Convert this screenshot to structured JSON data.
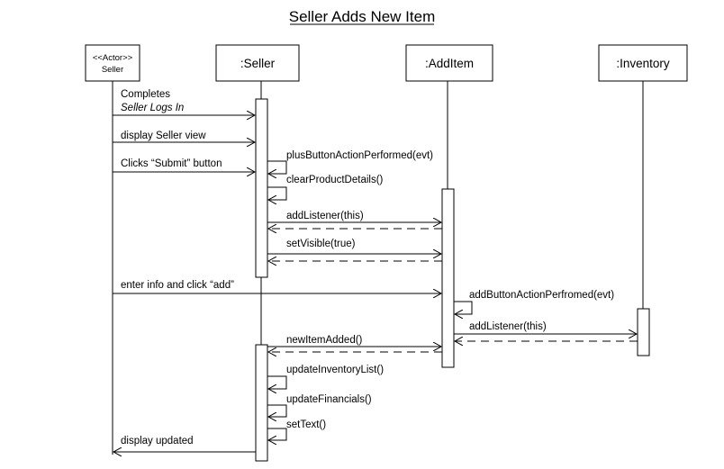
{
  "diagram": {
    "title": "Seller Adds New Item",
    "participants": {
      "actor_stereotype": "<<Actor>>",
      "actor_name": "Seller",
      "seller": ":Seller",
      "additem": ":AddItem",
      "inventory": ":Inventory"
    },
    "messages": {
      "completes": "Completes",
      "seller_logs_in": "Seller Logs In",
      "display_seller_view": "display Seller view",
      "clicks_submit": "Clicks “Submit” button",
      "plus_button": "plusButtonActionPerformed(evt)",
      "clear_product": "clearProductDetails()",
      "add_listener_this": "addListener(this)",
      "set_visible": "setVisible(true)",
      "enter_info": "enter info and click “add”",
      "add_button": "addButtonActionPerfromed(evt)",
      "add_listener_this_2": "addListener(this)",
      "new_item_added": "newItemAdded()",
      "update_inventory": "updateInventoryList()",
      "update_financials": "updateFinancials()",
      "set_text": "setText()",
      "display_updated": "display updated"
    }
  }
}
